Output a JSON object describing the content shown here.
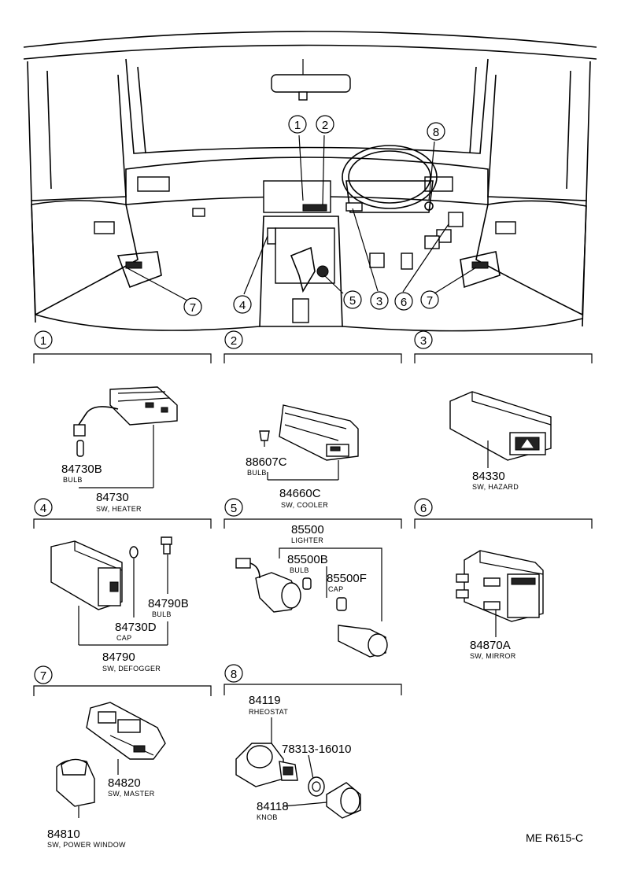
{
  "diagram_code": "ME R615-C",
  "overview_callouts": {
    "c1": "1",
    "c2": "2",
    "c3": "3",
    "c4": "4",
    "c5": "5",
    "c6": "6",
    "c7_left": "7",
    "c7_right": "7",
    "c8": "8"
  },
  "groups": [
    {
      "number": "1",
      "parts": [
        {
          "part_no": "84730B",
          "desc": "BULB"
        },
        {
          "part_no": "84730",
          "desc": "SW, HEATER"
        }
      ]
    },
    {
      "number": "2",
      "parts": [
        {
          "part_no": "88607C",
          "desc": "BULB"
        },
        {
          "part_no": "84660C",
          "desc": "SW, COOLER"
        }
      ]
    },
    {
      "number": "3",
      "parts": [
        {
          "part_no": "84330",
          "desc": "SW, HAZARD"
        }
      ]
    },
    {
      "number": "4",
      "parts": [
        {
          "part_no": "84790B",
          "desc": "BULB"
        },
        {
          "part_no": "84730D",
          "desc": "CAP"
        },
        {
          "part_no": "84790",
          "desc": "SW, DEFOGGER"
        }
      ]
    },
    {
      "number": "5",
      "parts": [
        {
          "part_no": "85500",
          "desc": "LIGHTER"
        },
        {
          "part_no": "85500B",
          "desc": "BULB"
        },
        {
          "part_no": "85500F",
          "desc": "CAP"
        }
      ]
    },
    {
      "number": "6",
      "parts": [
        {
          "part_no": "84870A",
          "desc": "SW, MIRROR"
        }
      ]
    },
    {
      "number": "7",
      "parts": [
        {
          "part_no": "84820",
          "desc": "SW, MASTER"
        },
        {
          "part_no": "84810",
          "desc": "SW, POWER WINDOW"
        }
      ]
    },
    {
      "number": "8",
      "parts": [
        {
          "part_no": "84119",
          "desc": "RHEOSTAT"
        },
        {
          "part_no": "78313-16010",
          "desc": ""
        },
        {
          "part_no": "84118",
          "desc": "KNOB"
        }
      ]
    }
  ]
}
